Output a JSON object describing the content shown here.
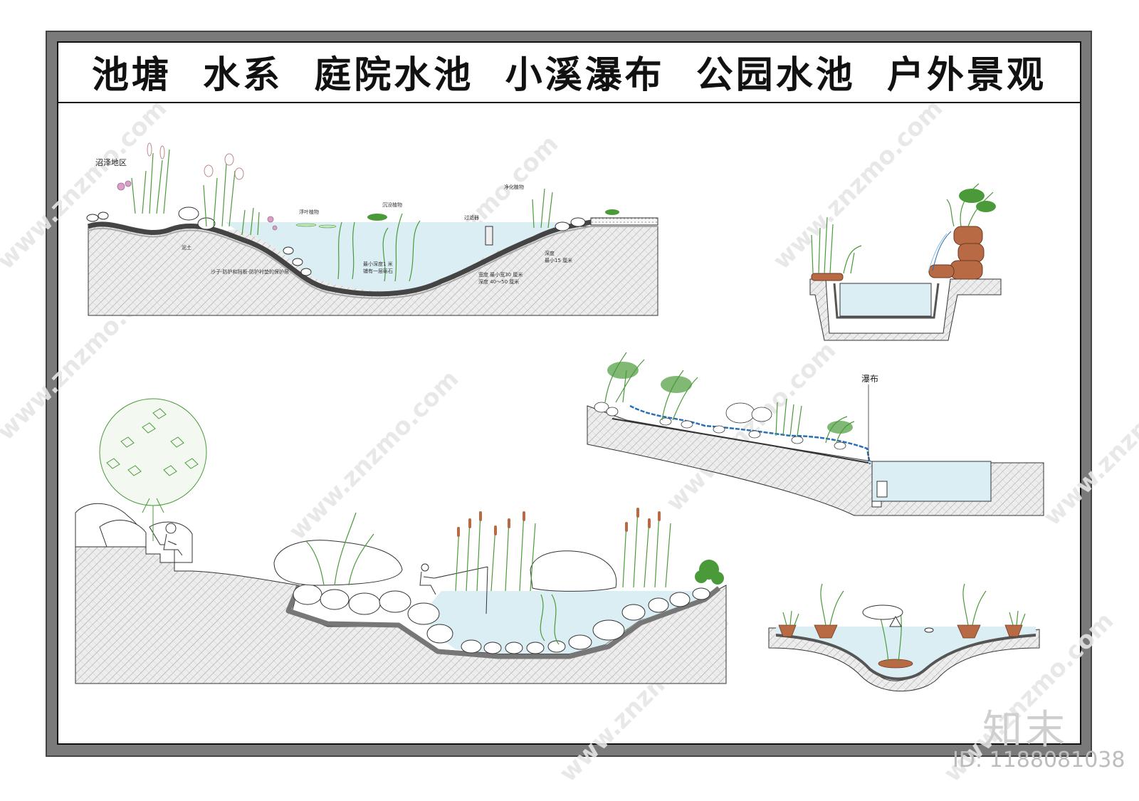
{
  "title": "池塘  水系  庭院水池  小溪瀑布  公园水池  户外景观",
  "labels": {
    "marsh_area": "沼泽地区",
    "floating_plants": "浮叶植物",
    "submerged_plants": "沉没植物",
    "purifying_plants": "净化植物",
    "filter": "过滤器",
    "soil_note": "泥土",
    "sand_layer_note": "沙子-防护和挡板-防护衬垫的保护层",
    "depth_note_1": "最小深度1 米",
    "depth_note_2": "铺有一层砾石",
    "depth_note_3": "宽度 最小宽30 厘米",
    "depth_note_4": "深度 40～50 厘米",
    "depth_note_5": "深度",
    "depth_note_6": "最小15 厘米",
    "waterfall": "瀑布"
  },
  "watermark": "www.znzmo.com",
  "brand": "知末",
  "id_text": "ID: 1188081038",
  "colors": {
    "water": "#dbeef4",
    "ground_hatch": "#bdbdbd",
    "liner": "#555555",
    "rock_brown": "#b86a45",
    "waterfall_blue": "#2a6fb5",
    "plant_green": "#4a9a3a",
    "flower_pink": "#d8a0c8"
  }
}
